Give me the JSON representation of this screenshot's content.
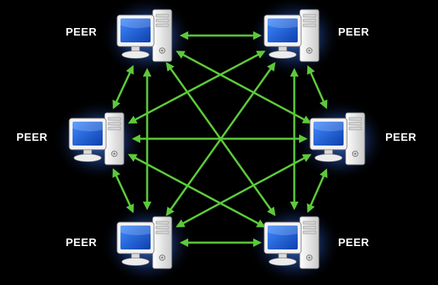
{
  "colors": {
    "background": "#000000",
    "arrow": "#5cc93a",
    "screen": "#1f5fd6",
    "case": "#e8e8e8",
    "glow": "#4d8cff",
    "label": "#ffffff"
  },
  "peers": [
    {
      "id": "top-left",
      "label": "PEER",
      "icon": "desktop-computer-icon"
    },
    {
      "id": "top-right",
      "label": "PEER",
      "icon": "desktop-computer-icon"
    },
    {
      "id": "mid-left",
      "label": "PEER",
      "icon": "desktop-computer-icon"
    },
    {
      "id": "mid-right",
      "label": "PEER",
      "icon": "desktop-computer-icon"
    },
    {
      "id": "bottom-left",
      "label": "PEER",
      "icon": "desktop-computer-icon"
    },
    {
      "id": "bottom-right",
      "label": "PEER",
      "icon": "desktop-computer-icon"
    }
  ],
  "connections": [
    [
      "top-left",
      "top-right"
    ],
    [
      "top-left",
      "mid-left"
    ],
    [
      "top-left",
      "mid-right"
    ],
    [
      "top-left",
      "bottom-left"
    ],
    [
      "top-left",
      "bottom-right"
    ],
    [
      "top-right",
      "mid-left"
    ],
    [
      "top-right",
      "mid-right"
    ],
    [
      "top-right",
      "bottom-left"
    ],
    [
      "top-right",
      "bottom-right"
    ],
    [
      "mid-left",
      "mid-right"
    ],
    [
      "mid-left",
      "bottom-left"
    ],
    [
      "mid-left",
      "bottom-right"
    ],
    [
      "mid-right",
      "bottom-left"
    ],
    [
      "mid-right",
      "bottom-right"
    ],
    [
      "bottom-left",
      "bottom-right"
    ]
  ]
}
